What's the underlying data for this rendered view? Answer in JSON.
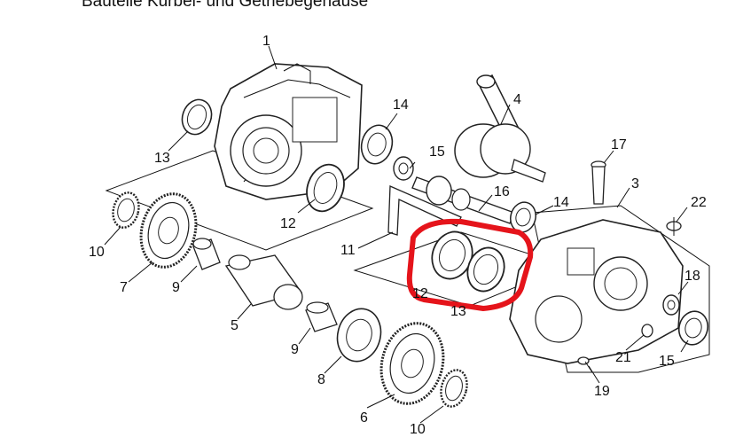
{
  "title": "Bauteile Kurbel- und Getriebegehäuse",
  "labels": {
    "p1": "1",
    "p3": "3",
    "p4": "4",
    "p5": "5",
    "p6": "6",
    "p7": "7",
    "p8": "8",
    "p9a": "9",
    "p9b": "9",
    "p10a": "10",
    "p10b": "10",
    "p11": "11",
    "p12a": "12",
    "p12b": "12",
    "p13a": "13",
    "p13b": "13",
    "p14a": "14",
    "p14b": "14",
    "p15a": "15",
    "p15b": "15",
    "p16": "16",
    "p17": "17",
    "p18": "18",
    "p19": "19",
    "p21": "21",
    "p22": "22"
  },
  "highlight_color": "#e5141b"
}
